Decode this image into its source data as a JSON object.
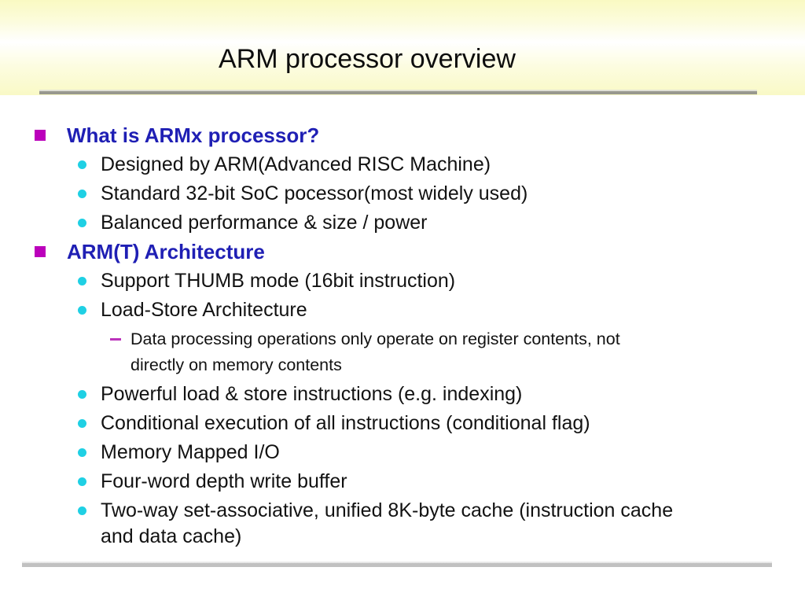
{
  "slide": {
    "title": "ARM processor overview",
    "bullets": [
      {
        "level": 1,
        "text": "What is ARMx processor?"
      },
      {
        "level": 2,
        "text": "Designed by ARM(Advanced RISC Machine)"
      },
      {
        "level": 2,
        "text": "Standard 32-bit SoC pocessor(most widely used)"
      },
      {
        "level": 2,
        "text": "Balanced performance & size / power"
      },
      {
        "level": 1,
        "text": "ARM(T) Architecture"
      },
      {
        "level": 2,
        "text": "Support THUMB mode (16bit instruction)"
      },
      {
        "level": 2,
        "text": "Load-Store Architecture"
      },
      {
        "level": 3,
        "text": "Data processing operations only operate on register contents, not\ndirectly on memory contents"
      },
      {
        "level": 2,
        "text": "Powerful load & store instructions (e.g. indexing)"
      },
      {
        "level": 2,
        "text": "Conditional execution of all instructions (conditional flag)"
      },
      {
        "level": 2,
        "text": "Memory Mapped I/O"
      },
      {
        "level": 2,
        "text": "Four-word depth write buffer"
      },
      {
        "level": 2,
        "text": "Two-way set-associative, unified 8K-byte cache (instruction cache\nand data cache)"
      }
    ],
    "colors": {
      "band_yellow": "#f9f9c4",
      "level1_bullet": "#bb00bb",
      "level1_text": "#1f1fb4",
      "level2_bullet": "#1fd0e4",
      "level3_bullet": "#bb33bb",
      "body_text": "#121212",
      "header_rule_gray": "#98988e",
      "footer_rule_gray": "#c1c1c1"
    }
  }
}
